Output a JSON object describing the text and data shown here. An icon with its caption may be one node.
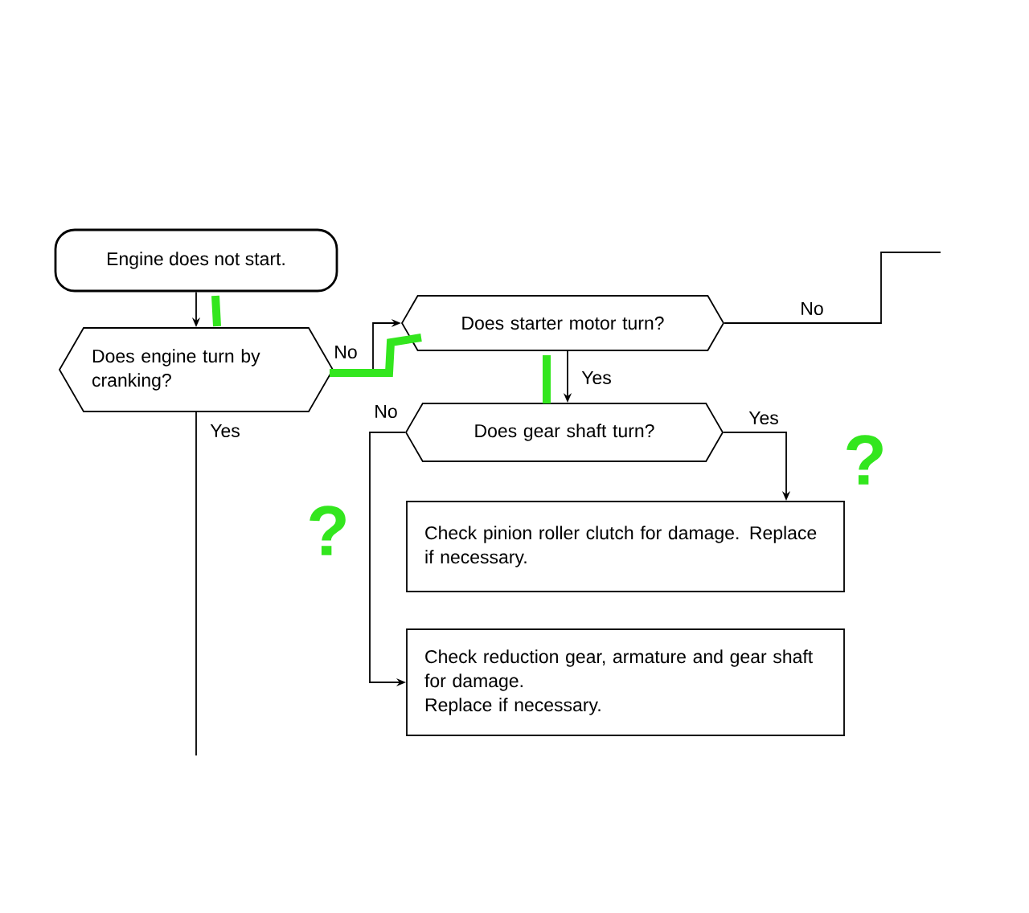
{
  "diagram": {
    "nodes": [
      {
        "text": [
          "Engine does not start."
        ]
      },
      {
        "text": [
          "Does engine turn by cranking?"
        ]
      },
      {
        "text": [
          "Does starter motor turn?"
        ]
      },
      {
        "text": [
          "Does gear shaft turn?"
        ]
      },
      {
        "text": [
          "Check pinion roller clutch for damage. Replace if necessary."
        ]
      },
      {
        "text": [
          "Check reduction gear, armature and gear shaft for damage.",
          "Replace if necessary."
        ]
      }
    ],
    "edges": [
      {
        "from": 0,
        "to": 1,
        "arrow": "to"
      },
      {
        "from": 1,
        "to": 2,
        "arrow": "to",
        "label": "No"
      },
      {
        "from": 2,
        "to": null,
        "arrow": "none",
        "label": "No"
      },
      {
        "from": 2,
        "to": 3,
        "arrow": "to",
        "label": "Yes"
      },
      {
        "from": 3,
        "to": 4,
        "arrow": "to",
        "label": "Yes"
      },
      {
        "from": 3,
        "to": 5,
        "arrow": "to",
        "label": "No"
      },
      {
        "from": 1,
        "to": null,
        "arrow": "none",
        "label": "Yes"
      }
    ],
    "labels": [
      "?",
      "?"
    ]
  }
}
